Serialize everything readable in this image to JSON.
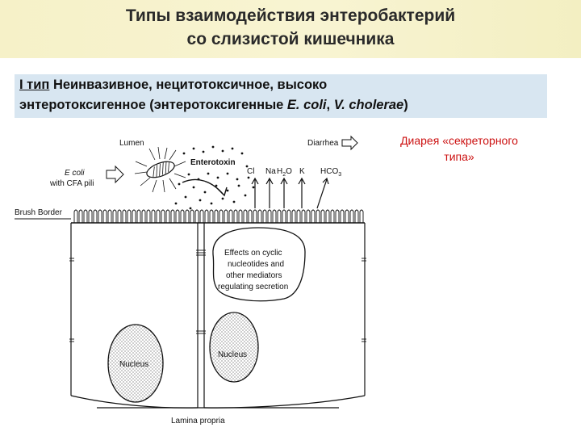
{
  "title": {
    "line1": "Типы взаимодействия энтеробактерий",
    "line2": "со слизистой кишечника"
  },
  "type_box": {
    "label": "I тип",
    "line1_rest": " Неинвазивное, нецитотоксичное, высоко",
    "line2_part1": "энтеротоксигенное (энтеротоксигенные ",
    "ecoli": "E. coli",
    "separator": ", ",
    "vcholerae": "V. cholerae",
    "closing": ")"
  },
  "note": {
    "line1": "Диарея «секреторного",
    "line2": "типа»"
  },
  "diagram": {
    "lumen": "Lumen",
    "diarrhea": "Diarrhea",
    "ecoli_1": "E coli",
    "ecoli_2": "with CFA pili",
    "enterotoxin": "Enterotoxin",
    "cl": "Cl",
    "na": "Na",
    "h2o": "H",
    "h2o_sub": "2",
    "h2o_o": "O",
    "k": "K",
    "hco3": "HCO",
    "hco3_sub": "3",
    "brush_border": "Brush Border",
    "effects_1": "Effects on cyclic",
    "effects_2": "nucleotides and",
    "effects_3": "other mediators",
    "effects_4": "regulating secretion",
    "nucleus_left": "Nucleus",
    "nucleus_right": "Nucleus",
    "lamina_propria": "Lamina propria"
  },
  "colors": {
    "title_band": "#f6f1c8",
    "type_box": "#d8e6f1",
    "note_text": "#cc1111"
  }
}
